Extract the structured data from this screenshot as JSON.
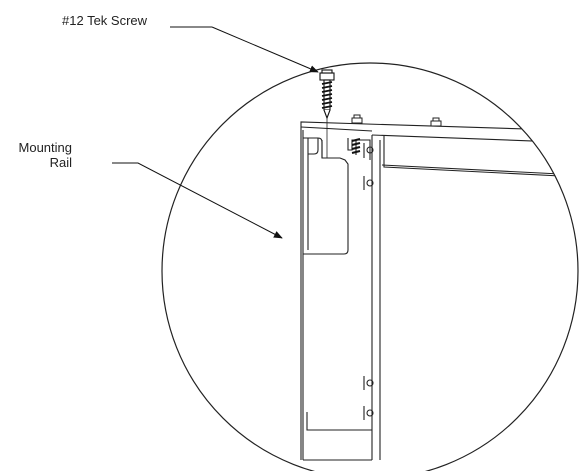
{
  "callouts": {
    "screw": "#12 Tek Screw",
    "rail_line1": "Mounting",
    "rail_line2": "Rail"
  }
}
